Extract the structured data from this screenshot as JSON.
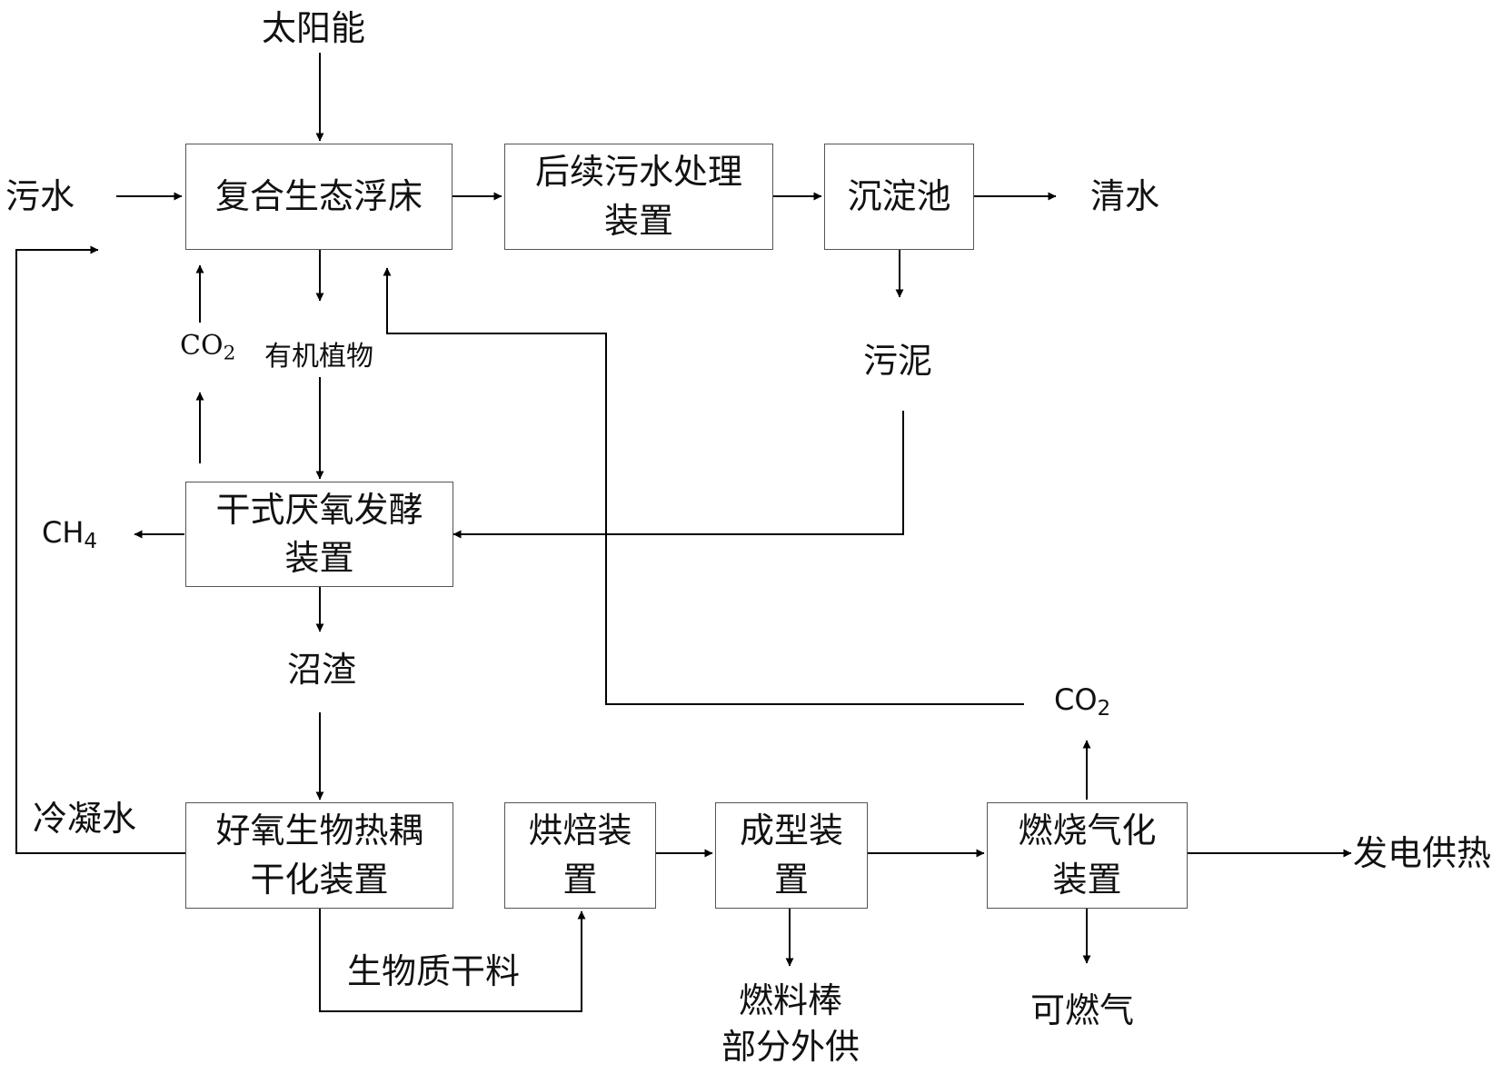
{
  "nodes": {
    "floating_bed": "复合生态浮床",
    "sewage_treatment": [
      "后续污水处理",
      "装置"
    ],
    "sedimentation": "沉淀池",
    "anaerobic": [
      "干式厌氧发酵",
      "装置"
    ],
    "aerobic_drying": [
      "好氧生物热耦",
      "干化装置"
    ],
    "baking": [
      "烘焙装",
      "置"
    ],
    "forming": [
      "成型装",
      "置"
    ],
    "gasification": [
      "燃烧气化",
      "装置"
    ]
  },
  "labels": {
    "solar": "太阳能",
    "sewage": "污水",
    "clean_water": "清水",
    "sludge": "污泥",
    "organic_plants": "有机植物",
    "co2_left": {
      "base": "CO",
      "sub": "2"
    },
    "ch4": {
      "base": "CH",
      "sub": "4"
    },
    "biogas_residue": "沼渣",
    "condensate": "冷凝水",
    "biomass_dry": "生物质干料",
    "fuel_rod": [
      "燃料棒",
      "部分外供"
    ],
    "co2_right": {
      "base": "CO",
      "sub": "2"
    },
    "combustible_gas": "可燃气",
    "power_heat": "发电供热"
  },
  "colors": {
    "line": "#000000",
    "box_border": "#555555",
    "text": "#111111"
  }
}
